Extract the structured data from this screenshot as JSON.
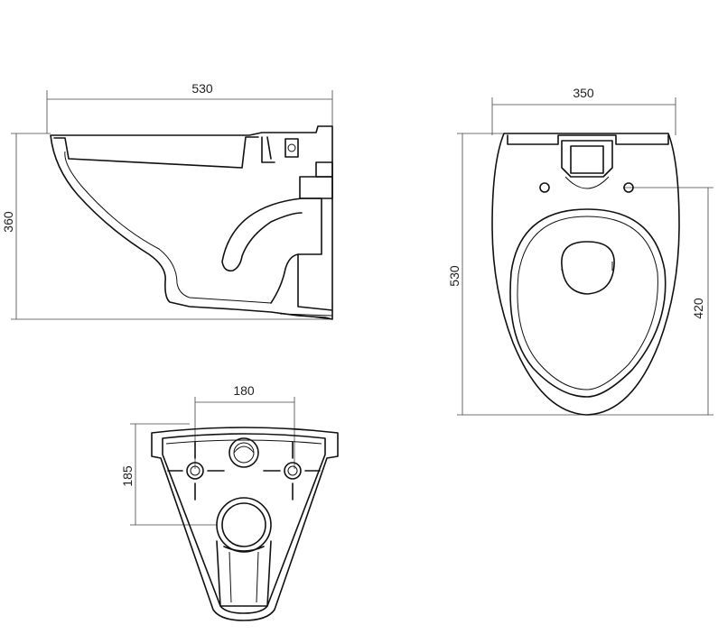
{
  "dimensions": {
    "side_width": "530",
    "side_height": "360",
    "top_width": "350",
    "top_length": "530",
    "top_fixing": "420",
    "rear_fixing_width": "180",
    "rear_fixing_height": "185"
  },
  "colors": {
    "line": "#111111",
    "dimension": "#444444",
    "background": "#ffffff"
  }
}
